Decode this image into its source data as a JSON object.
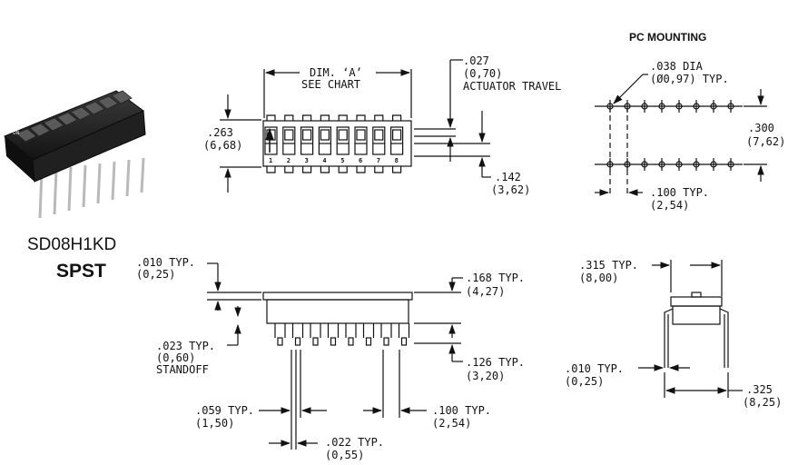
{
  "part": {
    "number": "SD08H1KD",
    "type": "SPST"
  },
  "pc_mounting": {
    "title": "PC MOUNTING",
    "hole_dia_in": ".038 DIA",
    "hole_dia_mm": "(Ø0,97) TYP.",
    "row_spacing_in": ".300",
    "row_spacing_mm": "(7,62)",
    "pitch_in": ".100 TYP.",
    "pitch_mm": "(2,54)"
  },
  "top_view": {
    "dim_a_line1": "DIM. ‘A’",
    "dim_a_line2": "SEE CHART",
    "travel_in": ".027",
    "travel_mm": "(0,70)",
    "travel_label": "ACTUATOR TRAVEL",
    "width_in": ".263",
    "width_mm": "(6,68)",
    "act_in": ".142",
    "act_mm": "(3,62)",
    "switch_numbers": [
      "1",
      "2",
      "3",
      "4",
      "5",
      "6",
      "7",
      "8"
    ]
  },
  "side_view": {
    "gap_in": ".010 TYP.",
    "gap_mm": "(0,25)",
    "body_h_in": ".168 TYP.",
    "body_h_mm": "(4,27)",
    "standoff_in": ".023 TYP.",
    "standoff_mm": "(0,60)",
    "standoff_label": "STANDOFF",
    "pin_len_in": ".126 TYP.",
    "pin_len_mm": "(3,20)",
    "pin_w_in": ".059 TYP.",
    "pin_w_mm": "(1,50)",
    "pitch_in": ".100 TYP.",
    "pitch_mm": "(2,54)",
    "pin_t_in": ".022 TYP.",
    "pin_t_mm": "(0,55)"
  },
  "end_view": {
    "width_in": ".315 TYP.",
    "width_mm": "(8,00)",
    "thick_in": ".010 TYP.",
    "thick_mm": "(0,25)",
    "span_in": ".325",
    "span_mm": "(8,25)"
  }
}
